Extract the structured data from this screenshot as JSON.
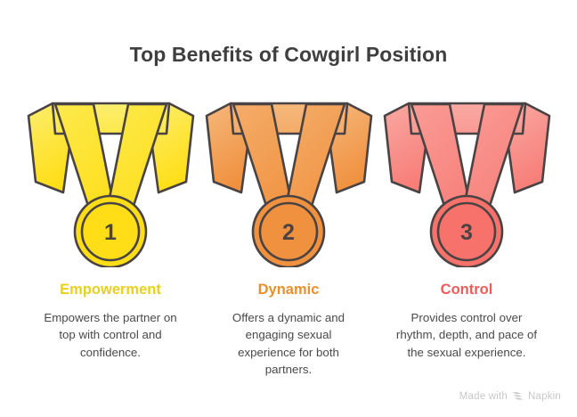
{
  "title": "Top Benefits of Cowgirl Position",
  "background_color": "#ffffff",
  "title_color": "#3f3f3f",
  "stroke_color": "#4a4344",
  "benefits": [
    {
      "rank": "1",
      "label": "Empowerment",
      "description": "Empowers the partner on top with control and confidence.",
      "label_color": "#E8D020",
      "ribbon_light": "#FBEE6E",
      "ribbon_mid": "#FCE94B",
      "ribbon_dark": "#FFDE17",
      "disc_color": "#FFDE17",
      "disc_inner": "#FFDE17",
      "number_color": "#4a4344"
    },
    {
      "rank": "2",
      "label": "Dynamic",
      "description": "Offers a dynamic and engaging sexual experience for both partners.",
      "label_color": "#E8902E",
      "ribbon_light": "#F5B87C",
      "ribbon_mid": "#F4AC68",
      "ribbon_dark": "#F0913F",
      "disc_color": "#F0913F",
      "disc_inner": "#F0913F",
      "number_color": "#4a4344"
    },
    {
      "rank": "3",
      "label": "Control",
      "description": "Provides control over rhythm, depth, and pace of the sexual experience.",
      "label_color": "#F05A5A",
      "ribbon_light": "#F9A9A3",
      "ribbon_mid": "#F99A94",
      "ribbon_dark": "#F87E78",
      "disc_color": "#F8726C",
      "disc_inner": "#F8726C",
      "number_color": "#4a4344"
    }
  ],
  "watermark": {
    "prefix": "Made with",
    "brand": "Napkin",
    "logo_icon": "napkin-chevron-logo",
    "color": "#c8c8c8"
  }
}
